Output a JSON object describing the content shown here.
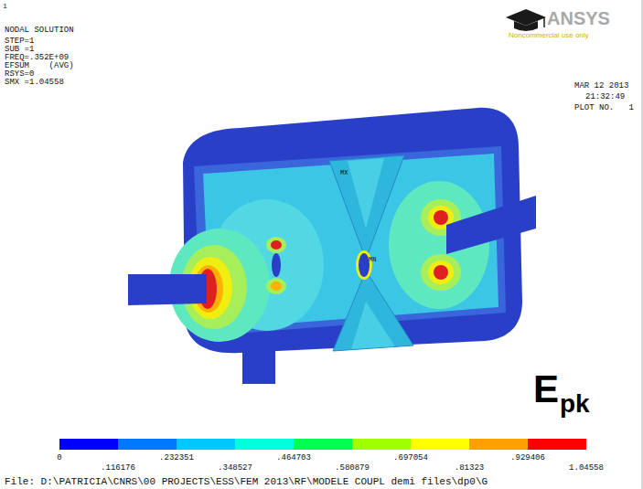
{
  "diagram": {
    "labels": [
      "1",
      "NODAL SOLUTION",
      "STEP=1",
      "SUB =1",
      "FREQ=.352E+09",
      "EFSUM    (AVG)",
      "RSYS=0",
      "SMX =1.04558",
      "ANSYS",
      "Noncommercial use only",
      "MAR 12 2013",
      "21:32:49",
      "PLOT NO.   1",
      "E",
      "pk",
      "0",
      ".116176",
      ".232351",
      ".348527",
      ".464703",
      ".580879",
      ".697054",
      ".81323",
      ".929406",
      "1.04558",
      "File: D:\\PATRICIA\\CNRS\\00 PROJECTS\\ESS\\FEM 2013\\RF\\MODELE COUPL demi files\\dp0\\G",
      "MX",
      "MN"
    ]
  }
}
